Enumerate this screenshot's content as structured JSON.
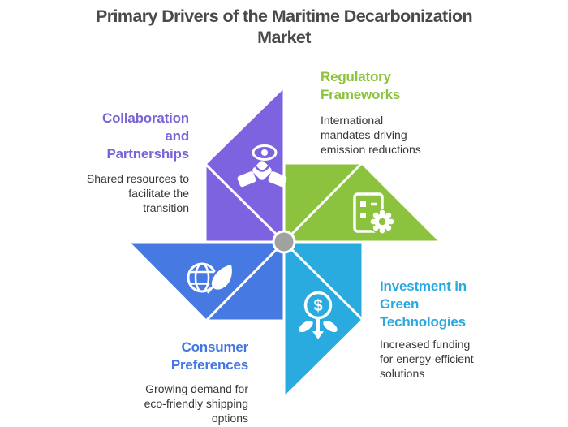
{
  "header": {
    "title": "Primary Drivers of the Maritime Decarbonization\nMarket"
  },
  "colors": {
    "purple": "#7D63E0",
    "green": "#8CC33E",
    "blue": "#4679E2",
    "cyan": "#29ABE0",
    "hub_gray": "#A1A1A1",
    "title_text": "#4A4A4A",
    "body_text": "#383838"
  },
  "sections": {
    "collaboration": {
      "title": "Collaboration\nand\nPartnerships",
      "description": "Shared resources to\nfacilitate the\ntransition",
      "color": "#7D63E0",
      "icon": "handshake-eye-icon"
    },
    "regulatory": {
      "title": "Regulatory\nFrameworks",
      "description": "International\nmandates driving\nemission reductions",
      "color": "#8CC33E",
      "icon": "document-gear-icon"
    },
    "investment": {
      "title": "Investment in\nGreen\nTechnologies",
      "description": "Increased funding\nfor energy-efficient\nsolutions",
      "color": "#29ABE0",
      "icon": "dollar-plant-icon",
      "icon_symbol": "$"
    },
    "consumer": {
      "title": "Consumer\nPreferences",
      "description": "Growing demand for\neco-friendly shipping\noptions",
      "color": "#4679E2",
      "icon": "globe-leaf-icon"
    }
  }
}
